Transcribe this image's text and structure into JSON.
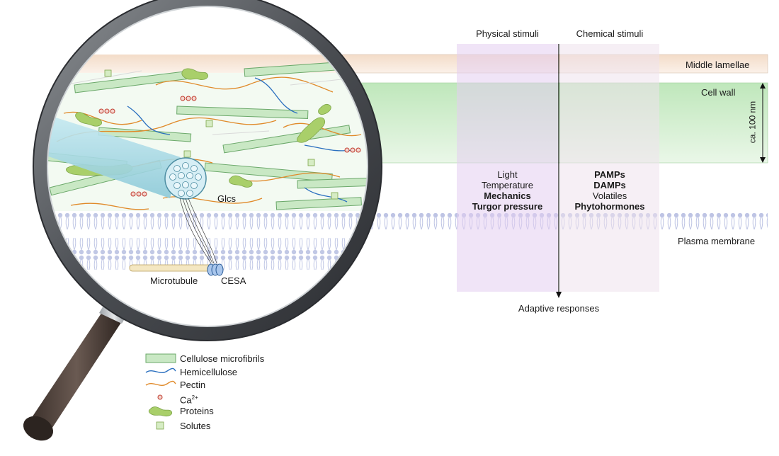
{
  "header": {
    "physical": "Physical stimuli",
    "chemical": "Chemical stimuli"
  },
  "layers": {
    "middle_lamellae": "Middle lamellae",
    "cell_wall": "Cell wall",
    "thickness": "ca. 100 nm",
    "plasma_membrane": "Plasma membrane"
  },
  "physical_stimuli": [
    {
      "text": "Light",
      "bold": false
    },
    {
      "text": "Temperature",
      "bold": false
    },
    {
      "text": "Mechanics",
      "bold": true
    },
    {
      "text": "Turgor pressure",
      "bold": true
    }
  ],
  "chemical_stimuli": [
    {
      "text": "PAMPs",
      "bold": true
    },
    {
      "text": "DAMPs",
      "bold": true
    },
    {
      "text": "Volatiles",
      "bold": false
    },
    {
      "text": "Phytohormones",
      "bold": true
    }
  ],
  "adaptive": "Adaptive responses",
  "magnifier": {
    "glcs": "Glcs",
    "microtubule": "Microtubule",
    "cesa": "CESA"
  },
  "legend": {
    "cellulose": "Cellulose microfibrils",
    "hemicellulose": "Hemicellulose",
    "pectin": "Pectin",
    "calcium": "Ca",
    "calcium_sup": "2+",
    "proteins": "Proteins",
    "solutes": "Solutes"
  },
  "colors": {
    "cellulose_fill": "#c8e6c3",
    "cellulose_stroke": "#6aa56a",
    "hemicellulose": "#2a6fbf",
    "pectin": "#e08a2a",
    "calcium": "#c0392b",
    "protein": "#a9cf6a",
    "solute": "#cfe8b8",
    "middle_lamellae": "#f6e4d6",
    "cell_wall": "#c7ebc4",
    "physical_panel": "#e9d5f3",
    "chemical_panel": "#f2e8ef",
    "membrane": "#aab3dd",
    "glcs_fiber": "#9fd3e0"
  }
}
